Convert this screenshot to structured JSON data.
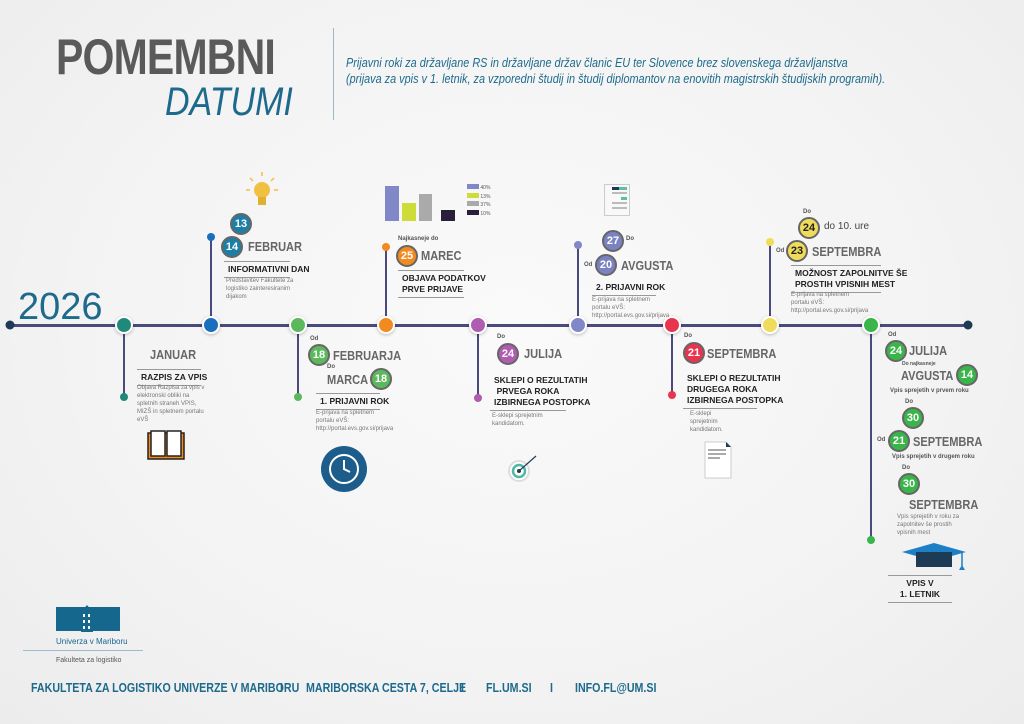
{
  "header": {
    "title1": "POMEMBNI",
    "title2": "DATUMI",
    "subtitle_l1": "Prijavni roki za državljane RS in državljane držav članic EU ter Slovence brez slovenskega državljanstva",
    "subtitle_l2": "(prijava za vpis v 1. letnik, za vzporedni študij in študij diplomantov na enovitih magistrskih študijskih programih)."
  },
  "year": "2026",
  "colors": {
    "accent": "#1d6a8c",
    "line": "#4b4a7c"
  },
  "events": [
    {
      "month": "JANUAR",
      "title": "RAZPIS ZA VPIS",
      "desc": "Objava Razpisa za vpis v elektronski obliki na spletnih straneh VPIS, MIZŠ in spletnem portalu eVŠ",
      "color": "#1f8a7a",
      "icon": "book-icon"
    },
    {
      "d1": "13",
      "d2": "14",
      "month": "FEBRUAR",
      "title": "INFORMATIVNI DAN",
      "desc": "Predstavitev Fakultete za logistiko zainteresiranim dijakom",
      "color": "#1a6fbd",
      "icon": "lightbulb-icon"
    },
    {
      "od": "Od",
      "d1": "18",
      "month1": "FEBRUARJA",
      "do": "Do",
      "month2": "MARCA",
      "d2": "18",
      "title": "1. PRIJAVNI ROK",
      "desc": "E-prijava na spletnem portalu eVŠ: http://portal.evs.gov.si/prijava",
      "color": "#5cb85c",
      "icon": "clock-icon"
    },
    {
      "pre": "Najkasneje do",
      "d1": "25",
      "month": "MAREC",
      "title1": "OBJAVA PODATKOV",
      "title2": "PRVE PRIJAVE",
      "color": "#f28a1f",
      "icon": "bar-chart-icon",
      "chart_legend": [
        "40%",
        "13%",
        "37%",
        "10%"
      ]
    },
    {
      "do": "Do",
      "d1": "24",
      "month": "JULIJA",
      "title1": "SKLEPI  O REZULTATIH",
      "title2": "PRVEGA ROKA",
      "title3": "IZBIRNEGA POSTOPKA",
      "desc": "E-sklepi sprejetnim kandidatom.",
      "color": "#b05cb0",
      "icon": "target-icon"
    },
    {
      "od": "Od",
      "do": "Do",
      "d1": "27",
      "d2": "20",
      "month": "AVGUSTA",
      "title": "2. PRIJAVNI ROK",
      "desc": "E-prijava na spletnem portalu eVŠ: http://portal.evs.gov.si/prijava",
      "color": "#8088c8",
      "icon": "form-icon"
    },
    {
      "do": "Do",
      "d1": "21",
      "month": "SEPTEMBRA",
      "title1": "SKLEPI O REZULTATIH",
      "title2": "DRUGEGA ROKA",
      "title3": "IZBIRNEGA POSTOPKA",
      "desc": "E-sklepi sprejetnim kandidatom.",
      "color": "#e8344e",
      "icon": "document-icon"
    },
    {
      "do": "Do",
      "od": "Od",
      "d1": "24",
      "time": "do 10. ure",
      "d2": "23",
      "month": "SEPTEMBRA",
      "title1": "MOŽNOST ZAPOLNITVE ŠE",
      "title2": "PROSTIH VPISNIH MEST",
      "desc": "E-prijava na spletnem portalu eVŠ: http://portal.evs.gov.si/prijava",
      "color": "#eedc5a",
      "icon": ""
    },
    {
      "a_od": "Od",
      "a_d1": "24",
      "a_m1": "JULIJA",
      "a_do": "Do najkasneje",
      "a_m2": "AVGUSTA",
      "a_d2": "14",
      "a_desc": "Vpis sprejetih v prvem roku",
      "b_do": "Do",
      "b_od": "Od",
      "b_d1": "30",
      "b_d2": "21",
      "b_m": "SEPTEMBRA",
      "b_desc": "Vpis sprejetih v drugem roku",
      "c_do": "Do",
      "c_d": "30",
      "c_m": "SEPTEMBRA",
      "c_desc": "Vpis sprejetih v roku za zapolnitev še prostih vpisnih mest",
      "title1": "VPIS V",
      "title2": "1. LETNIK",
      "color": "#3ab54a",
      "icon": "graduation-cap-icon"
    }
  ],
  "logo": {
    "university": "Univerza v Mariboru",
    "faculty": "Fakulteta za logistiko"
  },
  "footer": {
    "name": "FAKULTETA ZA LOGISTIKO UNIVERZE V MARIBORU",
    "sep": "I",
    "address": "MARIBORSKA CESTA 7, CELJE",
    "web": "FL.UM.SI",
    "email": "INFO.FL@UM.SI"
  }
}
